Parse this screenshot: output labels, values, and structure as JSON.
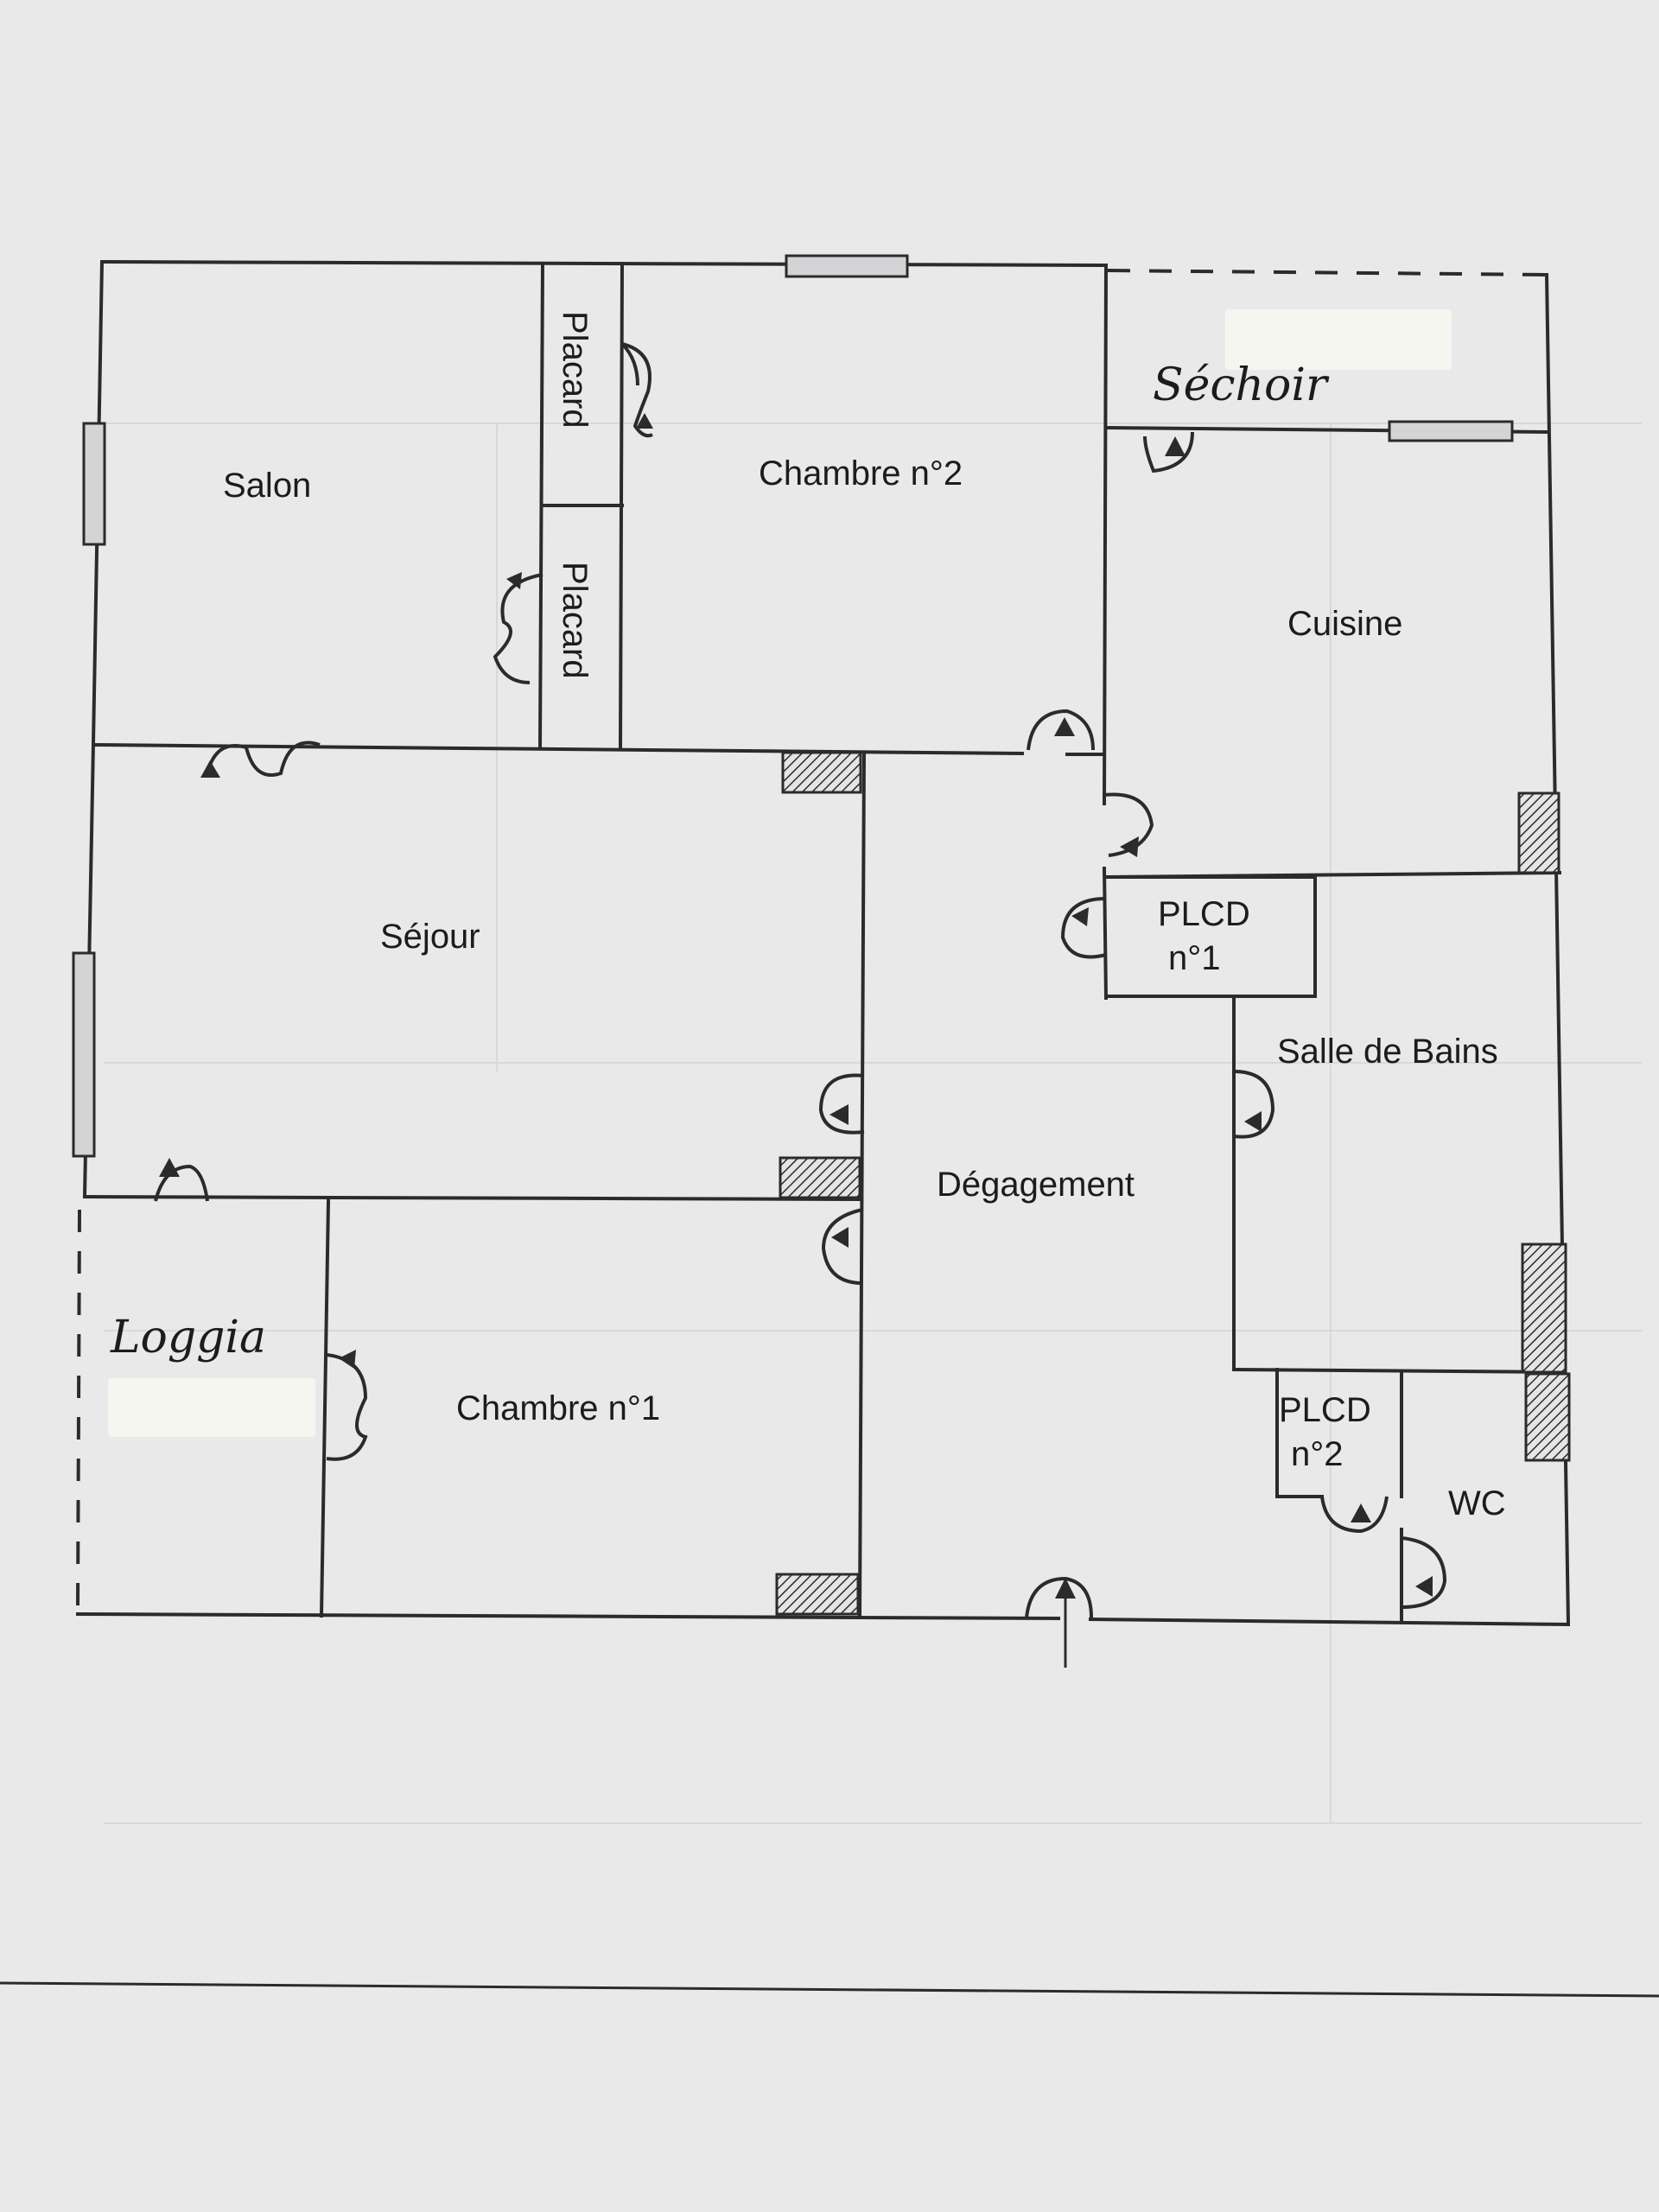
{
  "rooms": {
    "salon": "Salon",
    "chambre2": "Chambre n°2",
    "placard_top": "Placard",
    "placard_bottom": "Placard",
    "sechoir": "Séchoir",
    "cuisine": "Cuisine",
    "sejour": "Séjour",
    "plcd1_line1": "PLCD",
    "plcd1_line2": "n°1",
    "salle_de_bains": "Salle de Bains",
    "degagement": "Dégagement",
    "loggia": "Loggia",
    "chambre1": "Chambre n°1",
    "plcd2_line1": "PLCD",
    "plcd2_line2": "n°2",
    "wc": "WC"
  },
  "colors": {
    "paper": "#e9e9ea",
    "ink": "#2b2b2b",
    "sticker": "#f6f6f1"
  }
}
